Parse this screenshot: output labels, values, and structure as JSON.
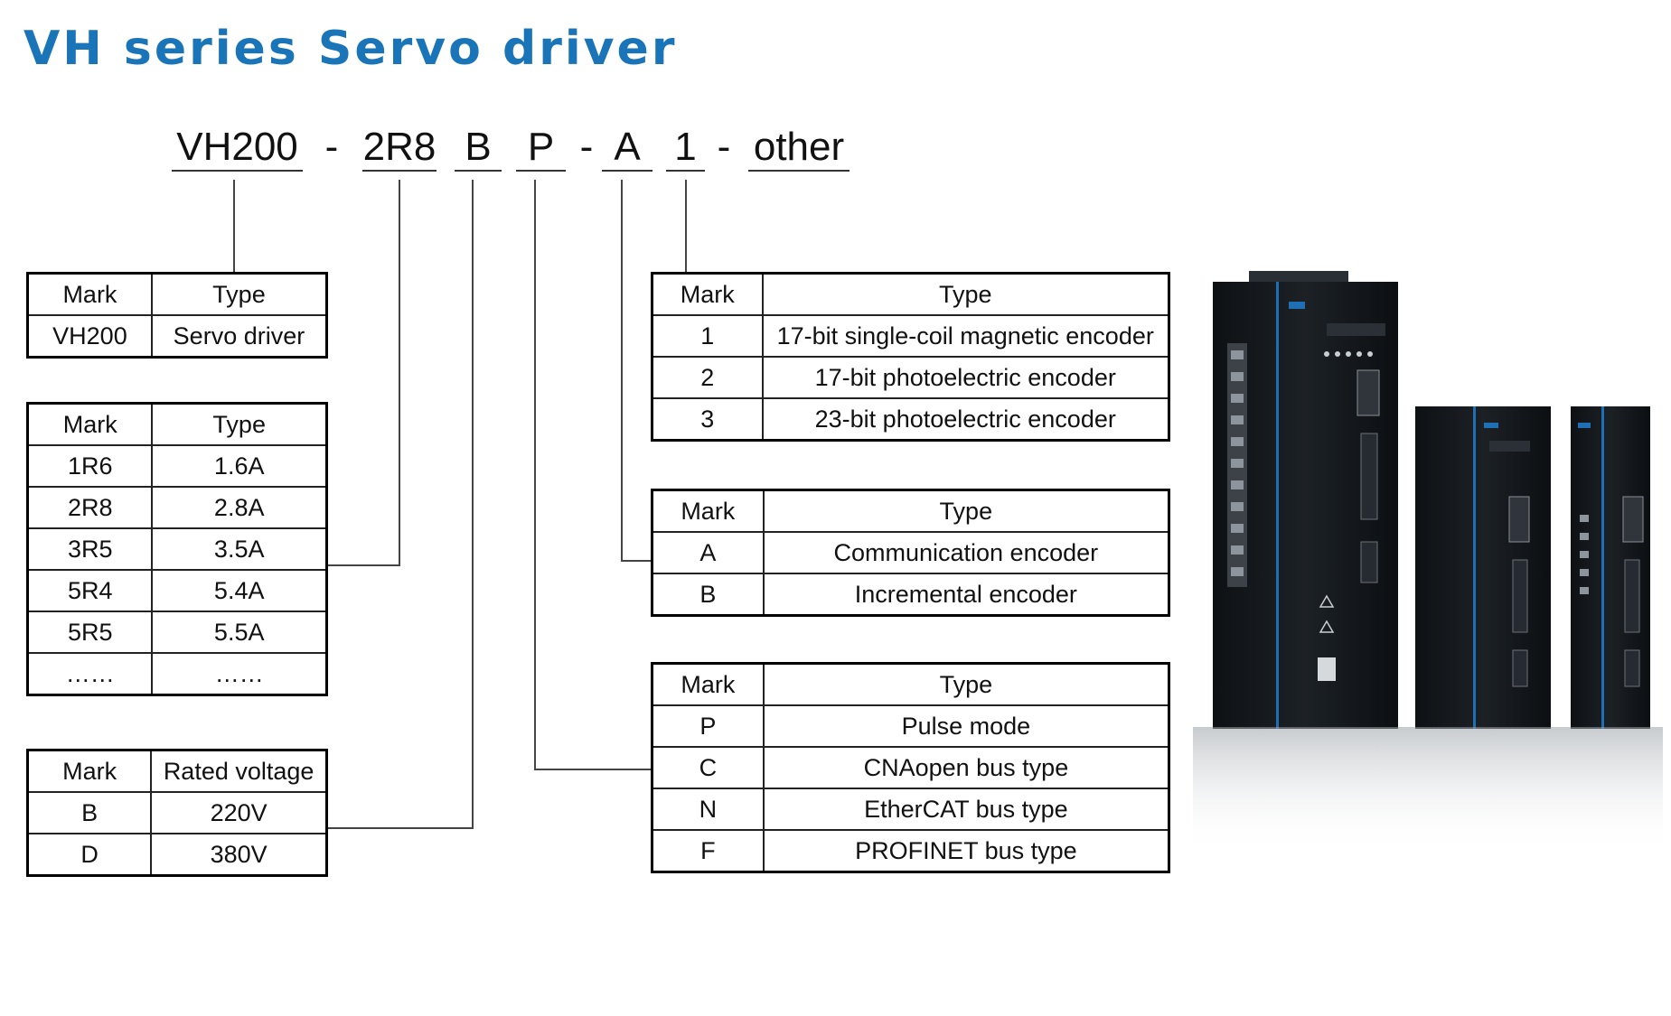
{
  "title": "VH series Servo driver",
  "model_code": {
    "segments": [
      {
        "text": "VH200",
        "code": true
      },
      {
        "text": "-",
        "code": false
      },
      {
        "text": "2R8",
        "code": true
      },
      {
        "text": "B",
        "code": true
      },
      {
        "text": "P",
        "code": true
      },
      {
        "text": "-",
        "code": false
      },
      {
        "text": "A",
        "code": true
      },
      {
        "text": "1",
        "code": true
      },
      {
        "text": "-",
        "code": false
      },
      {
        "text": "other",
        "code": true
      }
    ]
  },
  "tables": {
    "series": {
      "headers": [
        "Mark",
        "Type"
      ],
      "rows": [
        [
          "VH200",
          "Servo driver"
        ]
      ]
    },
    "current": {
      "headers": [
        "Mark",
        "Type"
      ],
      "rows": [
        [
          "1R6",
          "1.6A"
        ],
        [
          "2R8",
          "2.8A"
        ],
        [
          "3R5",
          "3.5A"
        ],
        [
          "5R4",
          "5.4A"
        ],
        [
          "5R5",
          "5.5A"
        ],
        [
          "……",
          "……"
        ]
      ]
    },
    "voltage": {
      "headers": [
        "Mark",
        "Rated voltage"
      ],
      "rows": [
        [
          "B",
          "220V"
        ],
        [
          "D",
          "380V"
        ]
      ]
    },
    "encoder_bits": {
      "headers": [
        "Mark",
        "Type"
      ],
      "rows": [
        [
          "1",
          "17-bit single-coil magnetic encoder"
        ],
        [
          "2",
          "17-bit photoelectric encoder"
        ],
        [
          "3",
          "23-bit photoelectric encoder"
        ]
      ]
    },
    "encoder_type": {
      "headers": [
        "Mark",
        "Type"
      ],
      "rows": [
        [
          "A",
          "Communication encoder"
        ],
        [
          "B",
          "Incremental encoder"
        ]
      ]
    },
    "control_mode": {
      "headers": [
        "Mark",
        "Type"
      ],
      "rows": [
        [
          "P",
          "Pulse mode"
        ],
        [
          "C",
          "CNAopen bus type"
        ],
        [
          "N",
          "EtherCAT bus type"
        ],
        [
          "F",
          "PROFINET bus type"
        ]
      ]
    }
  },
  "colors": {
    "title": "#1a74b8",
    "device_body": "#15181c",
    "device_accent": "#1f6fb5"
  }
}
